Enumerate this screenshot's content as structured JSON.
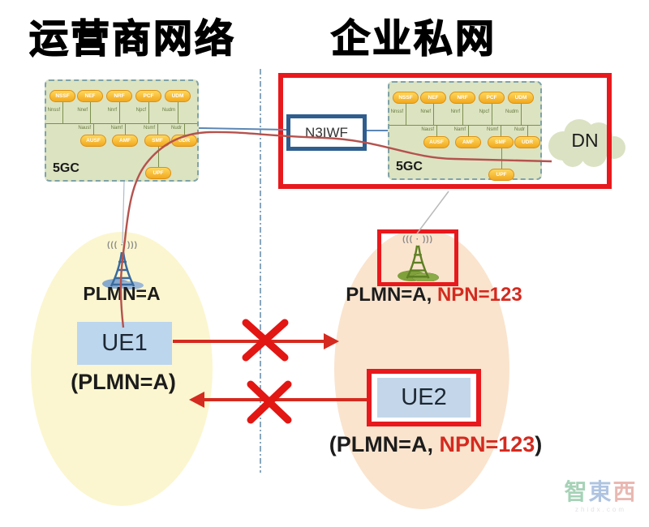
{
  "titles": {
    "left": "运营商网络",
    "right": "企业私网"
  },
  "colors": {
    "enterprise_outline_red": "#E8191C",
    "npn_red": "#D42A1F",
    "ue_fill_blue": "#BCD6EE",
    "fivegc_fill_green": "#DCE3C1",
    "nf_pill_orange": "#F2A81F",
    "operator_zone_yellow": "#FBF6CF",
    "enterprise_zone_peach": "#FAE4CE",
    "n3iwf_border_blue": "#2F5E8E"
  },
  "fivegc": {
    "label": "5GC",
    "top_nfs": [
      "NSSF",
      "NEF",
      "NRF",
      "PCF",
      "UDM"
    ],
    "top_ifaces": [
      "Nnssf",
      "Nnef",
      "Nnrf",
      "Npcf",
      "Nudm"
    ],
    "mid_nfs": [
      "AUSF",
      "AMF",
      "SMF",
      "UDR"
    ],
    "mid_ifaces": [
      "Nausf",
      "Namf",
      "Nsmf",
      "Nudr"
    ],
    "upf": "UPF"
  },
  "n3iwf": {
    "label": "N3IWF"
  },
  "dn": {
    "label": "DN"
  },
  "operator_zone": {
    "tower_waves": "((( · )))",
    "base_station_label": "PLMN=A",
    "ue_label": "UE1",
    "ue_caption": "(PLMN=A)"
  },
  "enterprise_zone": {
    "tower_waves": "((( · )))",
    "base_station_label_plmn": "PLMN=A, ",
    "base_station_label_npn": "NPN=123",
    "ue_label": "UE2",
    "ue_caption_open": "(PLMN=A, ",
    "ue_caption_npn": "NPN=123",
    "ue_caption_close": ")"
  },
  "watermark": {
    "chars": [
      "智",
      "東",
      "西"
    ],
    "domain": "zhidx.com"
  }
}
